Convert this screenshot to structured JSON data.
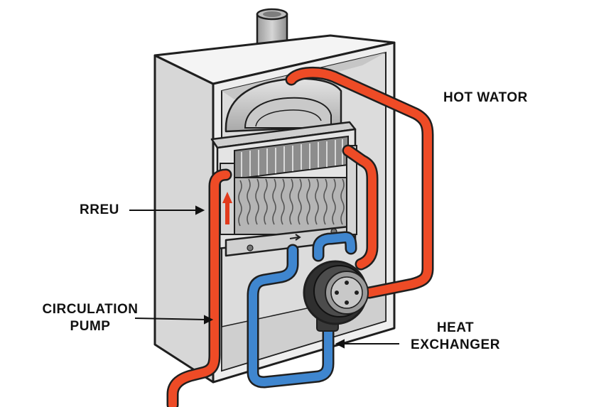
{
  "labels": {
    "hot_water": "HOT WATOR",
    "rreu": "RREU",
    "circulation_pump_line1": "CIRCULATION",
    "circulation_pump_line2": "PUMP",
    "heat_exchanger_line1": "HEAT",
    "heat_exchanger_line2": "EXCHANGER"
  },
  "colors": {
    "hot_pipe": "#ee4b26",
    "cold_pipe": "#3f86cf",
    "cabinet": "#e6e6e6",
    "outline": "#1f1f1f"
  },
  "icons": {
    "flow_arrow": "up-arrow-icon",
    "flue": "flue-pipe-icon",
    "pump": "pump-icon"
  }
}
